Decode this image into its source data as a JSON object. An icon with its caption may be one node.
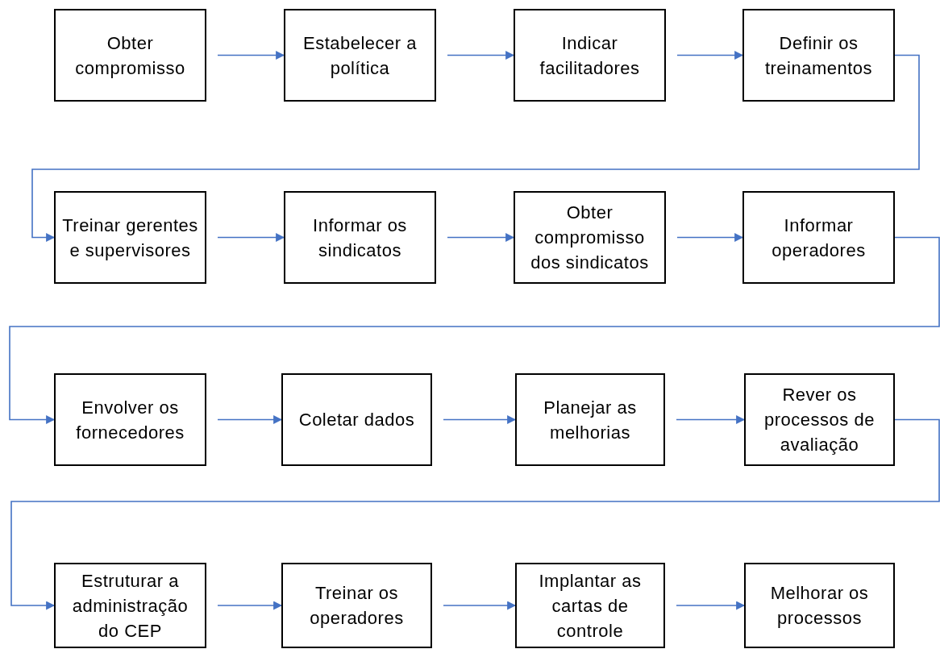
{
  "diagram": {
    "nodes": [
      {
        "text": [
          "Obter compromisso"
        ]
      },
      {
        "text": [
          "Estabelecer a política"
        ]
      },
      {
        "text": [
          "Indicar facilitadores"
        ]
      },
      {
        "text": [
          "Definir os treinamentos"
        ]
      },
      {
        "text": [
          "Treinar gerentes e supervisores"
        ]
      },
      {
        "text": [
          "Informar os sindicatos"
        ]
      },
      {
        "text": [
          "Obter compromisso dos sindicatos"
        ]
      },
      {
        "text": [
          "Informar operadores"
        ]
      },
      {
        "text": [
          "Envolver os fornecedores"
        ]
      },
      {
        "text": [
          "Coletar dados"
        ]
      },
      {
        "text": [
          "Planejar as melhorias"
        ]
      },
      {
        "text": [
          "Rever os processos de avaliação"
        ]
      },
      {
        "text": [
          "Estruturar a administração do CEP"
        ]
      },
      {
        "text": [
          "Treinar os operadores"
        ]
      },
      {
        "text": [
          "Implantar as cartas de controle"
        ]
      },
      {
        "text": [
          "Melhorar os processos"
        ]
      }
    ],
    "edges": [
      {
        "from": 0,
        "to": 1,
        "arrow": "to"
      },
      {
        "from": 1,
        "to": 2,
        "arrow": "to"
      },
      {
        "from": 2,
        "to": 3,
        "arrow": "to"
      },
      {
        "from": 3,
        "to": 4,
        "arrow": "to"
      },
      {
        "from": 4,
        "to": 5,
        "arrow": "to"
      },
      {
        "from": 5,
        "to": 6,
        "arrow": "to"
      },
      {
        "from": 6,
        "to": 7,
        "arrow": "to"
      },
      {
        "from": 7,
        "to": 8,
        "arrow": "to"
      },
      {
        "from": 8,
        "to": 9,
        "arrow": "to"
      },
      {
        "from": 9,
        "to": 10,
        "arrow": "to"
      },
      {
        "from": 10,
        "to": 11,
        "arrow": "to"
      },
      {
        "from": 11,
        "to": 12,
        "arrow": "to"
      },
      {
        "from": 12,
        "to": 13,
        "arrow": "to"
      },
      {
        "from": 13,
        "to": 14,
        "arrow": "to"
      },
      {
        "from": 14,
        "to": 15,
        "arrow": "to"
      }
    ]
  }
}
